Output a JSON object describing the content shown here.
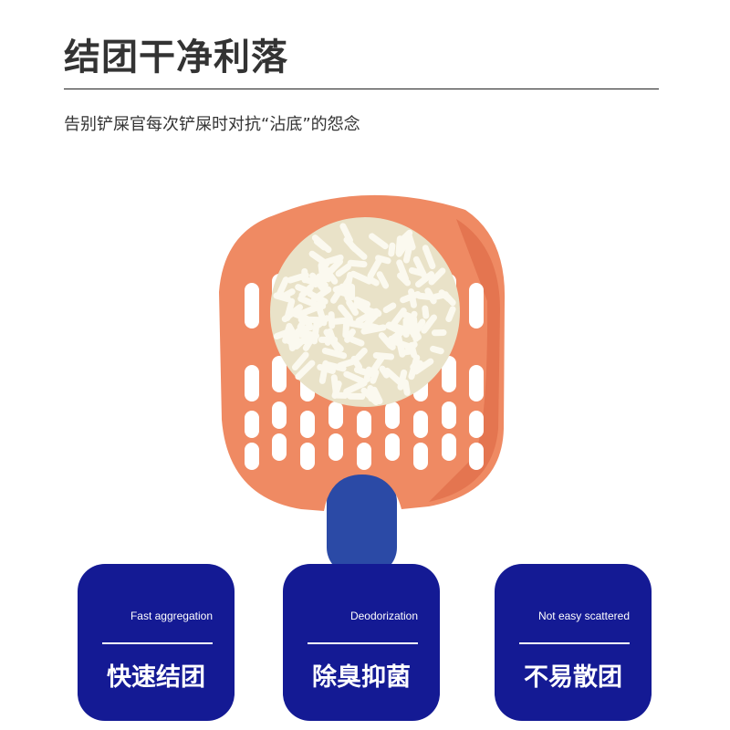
{
  "header": {
    "title": "结团干净利落",
    "subtitle": "告别铲屎官每次铲屎时对抗“沾底”的怨念"
  },
  "product": {
    "name": "litter-scoop",
    "scoop_color": "#ef8a63",
    "handle_color": "#2b4aa6",
    "litter_color": "#f3efdf"
  },
  "features": [
    {
      "en": "Fast aggregation",
      "zh": "快速结团"
    },
    {
      "en": "Deodorization",
      "zh": "除臭抑菌"
    },
    {
      "en": "Not easy scattered",
      "zh": "不易散团"
    }
  ],
  "colors": {
    "card": "#141a94",
    "text": "#333333"
  }
}
